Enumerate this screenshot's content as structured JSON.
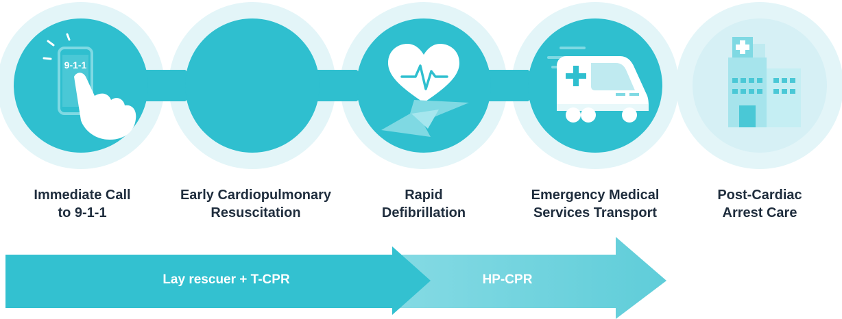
{
  "colors": {
    "primary": "#2fbfcf",
    "halo": "#e3f5f8",
    "light": "#dff3f7",
    "hp_band": "#76d4df",
    "text": "#1f2d3d"
  },
  "steps": [
    {
      "icon": "phone-911-icon",
      "icon_text": "9-1-1",
      "lines": [
        "Immediate Call",
        "to 9-1-1"
      ]
    },
    {
      "icon": "cpr-hands-icon",
      "lines": [
        "Early Cardiopulmonary",
        "Resuscitation"
      ]
    },
    {
      "icon": "heart-defibrillation-icon",
      "lines": [
        "Rapid",
        "Defibrillation"
      ]
    },
    {
      "icon": "ambulance-icon",
      "lines": [
        "Emergency Medical",
        "Services Transport"
      ]
    },
    {
      "icon": "hospital-icon",
      "lines": [
        "Post-Cardiac",
        "Arrest Care"
      ]
    }
  ],
  "bands": {
    "lay": "Lay rescuer + T-CPR",
    "hp": "HP-CPR"
  }
}
